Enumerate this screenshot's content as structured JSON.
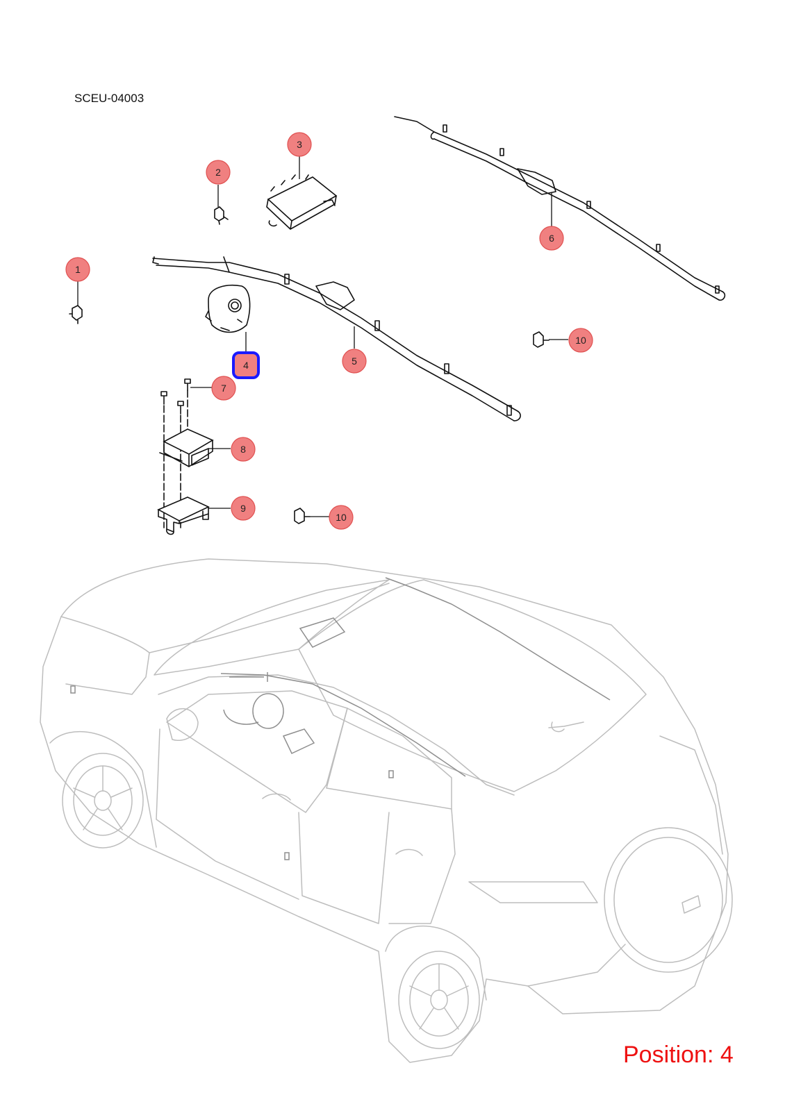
{
  "diagram_code": "SCEU-04003",
  "position_label": "Position: 4",
  "colors": {
    "callout_fill": "#f08080",
    "callout_stroke": "#e05050",
    "highlight": "#1a1aff",
    "position_text": "#ee1111"
  },
  "callouts": [
    {
      "id": "c1",
      "label": "1"
    },
    {
      "id": "c2",
      "label": "2"
    },
    {
      "id": "c3",
      "label": "3"
    },
    {
      "id": "c4",
      "label": "4"
    },
    {
      "id": "c5",
      "label": "5"
    },
    {
      "id": "c6",
      "label": "6"
    },
    {
      "id": "c7",
      "label": "7"
    },
    {
      "id": "c8",
      "label": "8"
    },
    {
      "id": "c9",
      "label": "9"
    },
    {
      "id": "c10a",
      "label": "10"
    },
    {
      "id": "c10b",
      "label": "10"
    }
  ],
  "selected_callout": "4"
}
